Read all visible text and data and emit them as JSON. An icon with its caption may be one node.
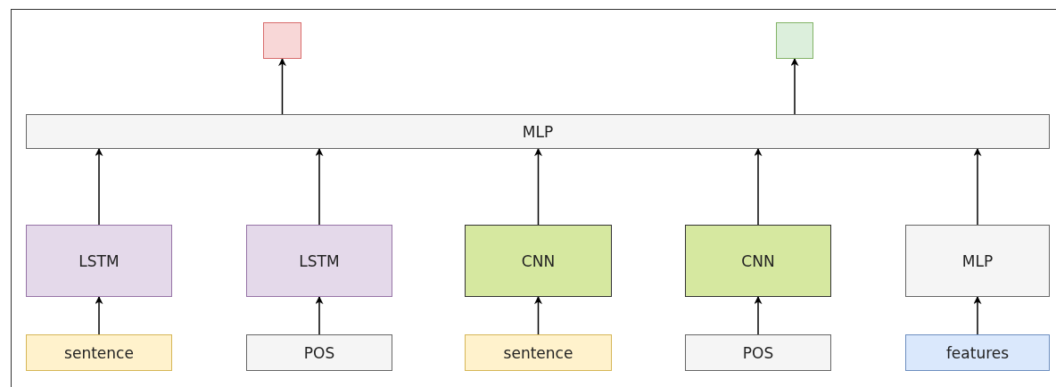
{
  "diagram": {
    "nodes": [
      {
        "text": [],
        "shape": "box"
      },
      {
        "text": [],
        "shape": "box"
      },
      {
        "text": [
          "MLP"
        ]
      },
      {
        "text": [
          "LSTM"
        ]
      },
      {
        "text": [
          "LSTM"
        ]
      },
      {
        "text": [
          "CNN"
        ]
      },
      {
        "text": [
          "CNN"
        ]
      },
      {
        "text": [
          "MLP"
        ]
      },
      {
        "text": [
          "sentence"
        ]
      },
      {
        "text": [
          "POS"
        ]
      },
      {
        "text": [
          "sentence"
        ]
      },
      {
        "text": [
          "POS"
        ]
      },
      {
        "text": [
          "features"
        ]
      }
    ],
    "edges": [
      {
        "from": 2,
        "to": 0,
        "arrow": "to"
      },
      {
        "from": 2,
        "to": 1,
        "arrow": "to"
      },
      {
        "from": 3,
        "to": 2,
        "arrow": "to"
      },
      {
        "from": 4,
        "to": 2,
        "arrow": "to"
      },
      {
        "from": 5,
        "to": 2,
        "arrow": "to"
      },
      {
        "from": 6,
        "to": 2,
        "arrow": "to"
      },
      {
        "from": 7,
        "to": 2,
        "arrow": "to"
      },
      {
        "from": 8,
        "to": 3,
        "arrow": "to"
      },
      {
        "from": 9,
        "to": 4,
        "arrow": "to"
      },
      {
        "from": 10,
        "to": 5,
        "arrow": "to"
      },
      {
        "from": 11,
        "to": 6,
        "arrow": "to"
      },
      {
        "from": 12,
        "to": 7,
        "arrow": "to"
      }
    ]
  }
}
